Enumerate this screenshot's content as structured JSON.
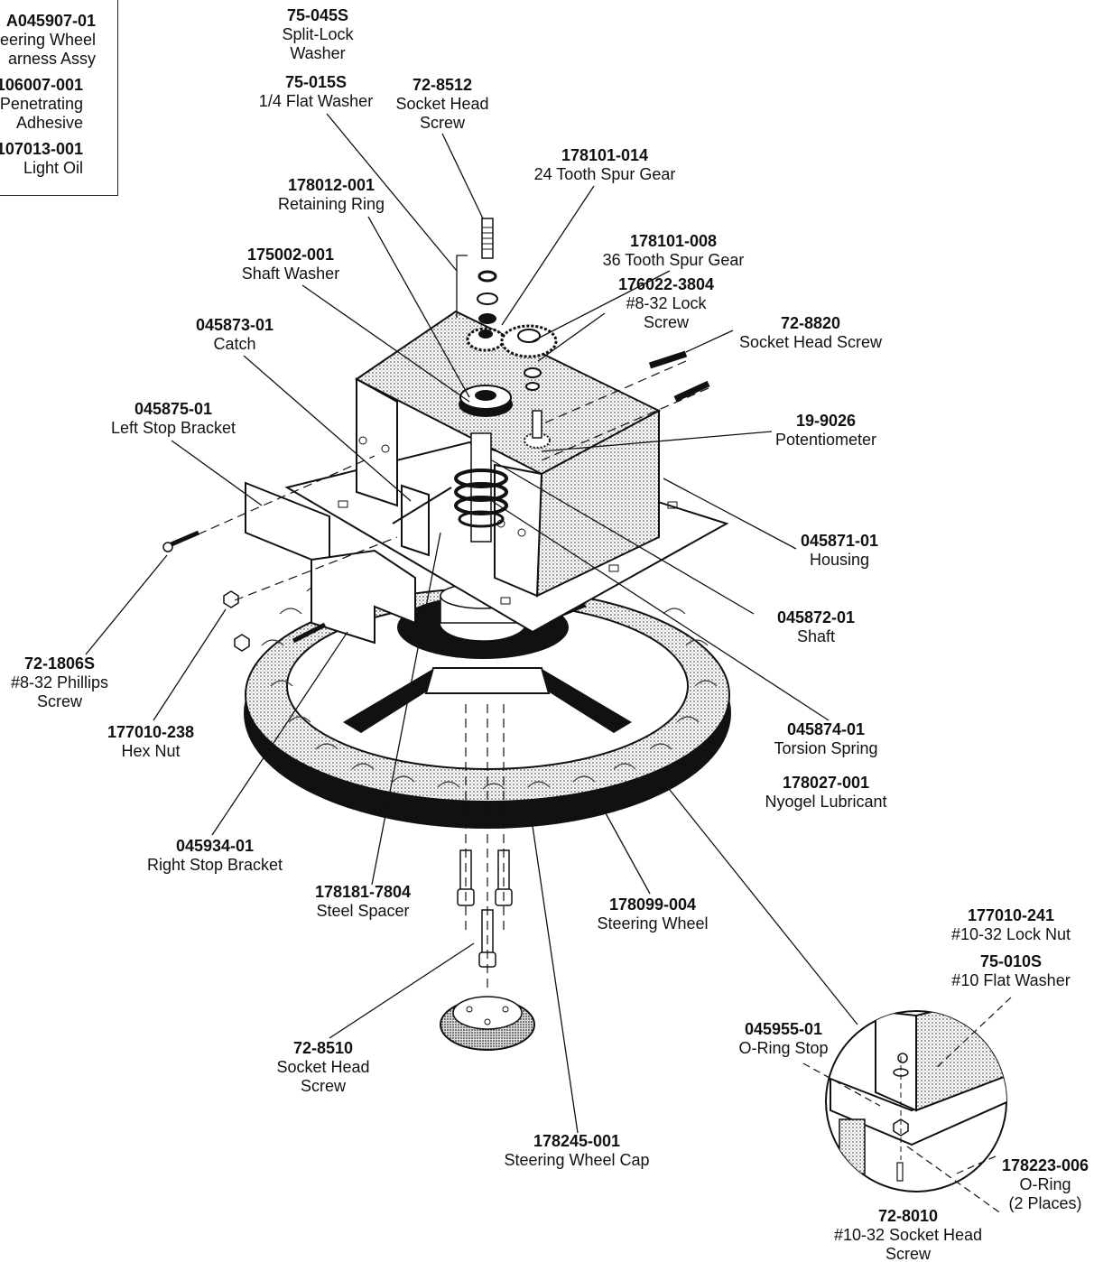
{
  "legend": [
    {
      "part": "A045907-01",
      "desc": [
        "eering Wheel",
        "arness Assy"
      ]
    },
    {
      "part": "106007-001",
      "desc": [
        "Penetrating",
        "Adhesive"
      ]
    },
    {
      "part": "107013-001",
      "desc": [
        "Light Oil"
      ]
    }
  ],
  "callouts": [
    {
      "id": "c1",
      "part": "75-045S",
      "desc": [
        "Split-Lock",
        "Washer"
      ]
    },
    {
      "id": "c2",
      "part": "75-015S",
      "desc": [
        "1/4  Flat Washer"
      ]
    },
    {
      "id": "c3",
      "part": "72-8512",
      "desc": [
        "Socket Head",
        "Screw"
      ]
    },
    {
      "id": "c4",
      "part": "178101-014",
      "desc": [
        "24 Tooth Spur Gear"
      ]
    },
    {
      "id": "c5",
      "part": "178012-001",
      "desc": [
        "Retaining Ring"
      ]
    },
    {
      "id": "c6",
      "part": "178101-008",
      "desc": [
        "36 Tooth Spur Gear"
      ]
    },
    {
      "id": "c7",
      "part": "175002-001",
      "desc": [
        "Shaft Washer"
      ]
    },
    {
      "id": "c8",
      "part": "176022-3804",
      "desc": [
        "#8-32 Lock",
        "Screw"
      ]
    },
    {
      "id": "c9",
      "part": "045873-01",
      "desc": [
        "Catch"
      ]
    },
    {
      "id": "c10",
      "part": "72-8820",
      "desc": [
        "Socket Head Screw"
      ]
    },
    {
      "id": "c11",
      "part": "045875-01",
      "desc": [
        "Left Stop Bracket"
      ]
    },
    {
      "id": "c12",
      "part": "19-9026",
      "desc": [
        "Potentiometer"
      ]
    },
    {
      "id": "c13",
      "part": "045871-01",
      "desc": [
        "Housing"
      ]
    },
    {
      "id": "c14",
      "part": "045872-01",
      "desc": [
        "Shaft"
      ]
    },
    {
      "id": "c15",
      "part": "72-1806S",
      "desc": [
        "#8-32 Phillips",
        "Screw"
      ]
    },
    {
      "id": "c16",
      "part": "177010-238",
      "desc": [
        "Hex Nut"
      ]
    },
    {
      "id": "c17",
      "part": "045874-01",
      "desc": [
        "Torsion Spring"
      ]
    },
    {
      "id": "c18",
      "part": "178027-001",
      "desc": [
        "Nyogel Lubricant"
      ]
    },
    {
      "id": "c19",
      "part": "045934-01",
      "desc": [
        "Right Stop Bracket"
      ]
    },
    {
      "id": "c20",
      "part": "178181-7804",
      "desc": [
        "Steel Spacer"
      ]
    },
    {
      "id": "c21",
      "part": "178099-004",
      "desc": [
        "Steering Wheel"
      ]
    },
    {
      "id": "c22",
      "part": "177010-241",
      "desc": [
        "#10-32 Lock Nut"
      ]
    },
    {
      "id": "c23",
      "part": "75-010S",
      "desc": [
        "#10 Flat Washer"
      ]
    },
    {
      "id": "c24",
      "part": "045955-01",
      "desc": [
        "O-Ring Stop"
      ]
    },
    {
      "id": "c25",
      "part": "72-8510",
      "desc": [
        "Socket Head",
        "Screw"
      ]
    },
    {
      "id": "c26",
      "part": "178245-001",
      "desc": [
        "Steering Wheel Cap"
      ]
    },
    {
      "id": "c27",
      "part": "178223-006",
      "desc": [
        "O-Ring",
        "(2 Places)"
      ]
    },
    {
      "id": "c28",
      "part": "72-8010",
      "desc": [
        "#10-32 Socket Head",
        "Screw"
      ]
    }
  ]
}
